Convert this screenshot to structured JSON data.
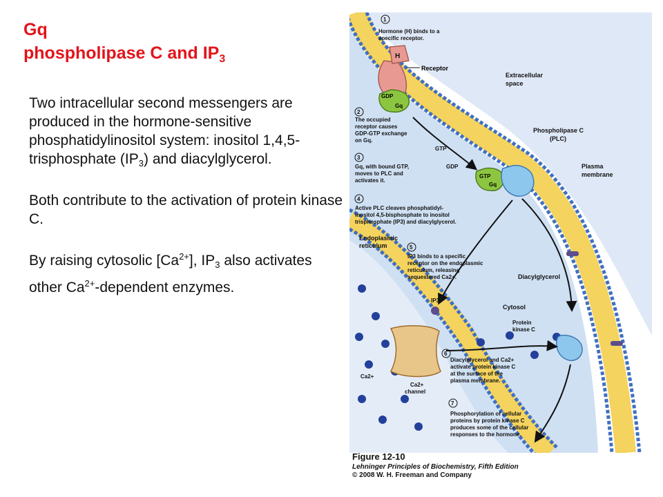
{
  "title": {
    "line1": "Gq",
    "line2": "phospholipase C and IP",
    "line2_sub": "3"
  },
  "body": {
    "p1": {
      "a": "Two intracellular second messengers are produced in the hormone-sensitive phosphatidylinositol system: inositol 1,4,5-trisphosphate (IP",
      "sub": "3",
      "b": ") and diacylglycerol."
    },
    "p2": "Both contribute to the activation of protein kinase C.",
    "p3": {
      "a": "By raising cytosolic [Ca",
      "sup1": "2+",
      "b": "], IP",
      "sub": "3",
      "c": " also activates other Ca",
      "sup2": "2+",
      "d": "-dependent enzymes."
    }
  },
  "figure": {
    "steps": [
      {
        "num": "1",
        "lines": [
          "Hormone (H) binds to a",
          "specific receptor."
        ]
      },
      {
        "num": "2",
        "lines": [
          "The occupied",
          "receptor causes",
          "GDP-GTP exchange",
          "on Gq."
        ]
      },
      {
        "num": "3",
        "lines": [
          "Gq, with bound GTP,",
          "moves to PLC and",
          "activates it."
        ]
      },
      {
        "num": "4",
        "lines": [
          "Active PLC cleaves phosphatidyl-",
          "inositol 4,5-bisphosphate to inositol",
          "trisphosphate (IP3) and diacylglycerol."
        ]
      },
      {
        "num": "5",
        "lines": [
          "IP3 binds to a specific",
          "receptor on the endoplasmic",
          "reticulum, releasing",
          "sequestered Ca2+."
        ]
      },
      {
        "num": "6",
        "lines": [
          "Diacylglycerol and Ca2+",
          "activate protein kinase C",
          "at the surface of the",
          "plasma membrane."
        ]
      },
      {
        "num": "7",
        "lines": [
          "Phosphorylation of cellular",
          "proteins by protein kinase C",
          "produces some of the cellular",
          "responses to the hormone."
        ]
      }
    ],
    "labels": {
      "h": "H",
      "receptor": "Receptor",
      "extracellular1": "Extracellular",
      "extracellular2": "space",
      "gdp_top": "GDP",
      "gq_top": "Gq",
      "plc1": "Phospholipase C",
      "plc2": "(PLC)",
      "gtp": "GTP",
      "gdp": "GDP",
      "gtp_bound": "GTP",
      "gq_bound": "Gq",
      "plasma1": "Plasma",
      "plasma2": "membrane",
      "er1": "Endoplasmic",
      "er2": "reticulum",
      "dag": "Diacylglycerol",
      "ip3": "IP3",
      "cytosol": "Cytosol",
      "pkc1": "Protein",
      "pkc2": "kinase C",
      "ca_left": "Ca2+",
      "ca_channel1": "Ca2+",
      "ca_channel2": "channel"
    }
  },
  "caption": {
    "title": "Figure 12-10",
    "source": "Lehninger Principles of Biochemistry, Fifth Edition",
    "copyright": "© 2008 W. H. Freeman and Company"
  },
  "colors": {
    "title": "#e3141b",
    "membrane_head": "#3e6fc4",
    "membrane_tail": "#f4d35e",
    "extracellular": "#dde6f5",
    "cytosol": "#c8dcf2",
    "gq": "#8cc640",
    "plc": "#8ec7ee",
    "receptor": "#e89a92",
    "channel": "#e8c68a",
    "dag": "#5d4d8c"
  }
}
